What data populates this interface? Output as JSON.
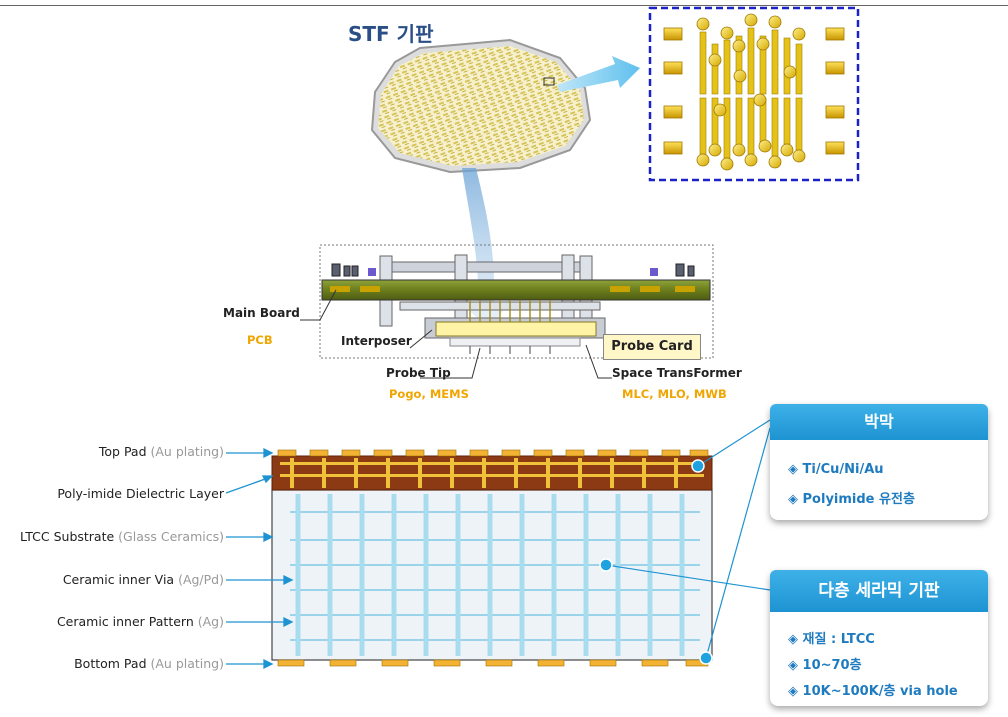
{
  "stf_title": "STF 기판",
  "probe_card": {
    "main_board": "Main Board",
    "pcb": "PCB",
    "interposer": "Interposer",
    "probe_tip": "Probe Tip",
    "pogo_mems": "Pogo, MEMS",
    "space_transformer": "Space TransFormer",
    "mlc_mlo_mwb": "MLC, MLO, MWB",
    "probe_card_label": "Probe Card"
  },
  "layers": [
    {
      "name": "Top Pad",
      "sub": "(Au plating)"
    },
    {
      "name": "Poly-imide Dielectric Layer",
      "sub": ""
    },
    {
      "name": "LTCC Substrate",
      "sub": "(Glass Ceramics)"
    },
    {
      "name": "Ceramic inner Via",
      "sub": "(Ag/Pd)"
    },
    {
      "name": "Ceramic inner Pattern",
      "sub": "(Ag)"
    },
    {
      "name": "Bottom Pad",
      "sub": "(Au plating)"
    }
  ],
  "thin_film": {
    "title": "박막",
    "items": [
      "◈ Ti/Cu/Ni/Au",
      "◈ Polyimide 유전층"
    ]
  },
  "multilayer": {
    "title": "다층 세라믹 기판",
    "items": [
      "◈ 재질 : LTCC",
      "◈ 10~70층",
      "◈ 10K~100K/층  via hole"
    ]
  },
  "colors": {
    "title_blue": "#2a4f86",
    "accent_blue": "#1e93d2",
    "gold": "#f0a500",
    "substrate_brown": "#8b3a14",
    "board_green": "#6b7d1d"
  }
}
